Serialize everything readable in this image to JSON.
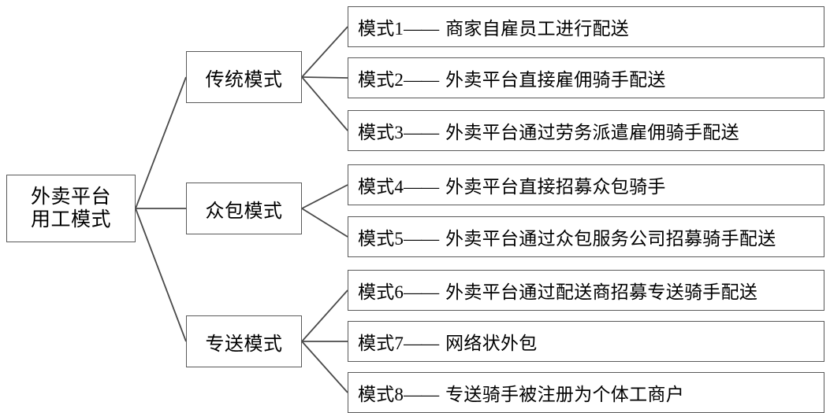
{
  "diagram": {
    "title_text": "外卖平台用工模式",
    "root": {
      "label": "外卖平台\n用工模式"
    },
    "categories": [
      {
        "label": "传统模式"
      },
      {
        "label": "众包模式"
      },
      {
        "label": "专送模式"
      }
    ],
    "modes": [
      {
        "code": "模式1",
        "dash": "——",
        "label": "商家自雇员工进行配送",
        "parent": "传统模式"
      },
      {
        "code": "模式2",
        "dash": "——",
        "label": "外卖平台直接雇佣骑手配送",
        "parent": "传统模式"
      },
      {
        "code": "模式3",
        "dash": "——",
        "label": "外卖平台通过劳务派遣雇佣骑手配送",
        "parent": "传统模式"
      },
      {
        "code": "模式4",
        "dash": "——",
        "label": "外卖平台直接招募众包骑手",
        "parent": "众包模式"
      },
      {
        "code": "模式5",
        "dash": "——",
        "label": "外卖平台通过众包服务公司招募骑手配送",
        "parent": "众包模式"
      },
      {
        "code": "模式6",
        "dash": "——",
        "label": "外卖平台通过配送商招募专送骑手配送",
        "parent": "专送模式"
      },
      {
        "code": "模式7",
        "dash": "——",
        "label": "网络状外包",
        "parent": "专送模式"
      },
      {
        "code": "模式8",
        "dash": "——",
        "label": "专送骑手被注册为个体工商户",
        "parent": "专送模式"
      }
    ],
    "colors": {
      "border": "#595959",
      "connector": "#4a4a4a",
      "text": "#000000",
      "background": "#ffffff"
    }
  }
}
